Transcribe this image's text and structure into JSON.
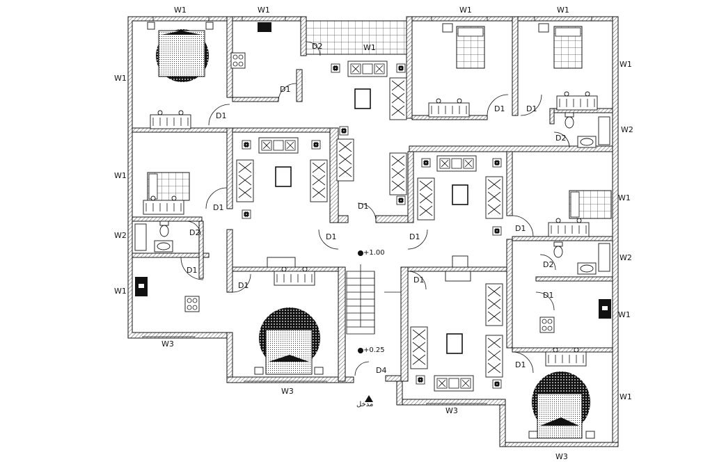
{
  "labels": {
    "w1": "W1",
    "w2": "W2",
    "w3": "W3",
    "d1": "D1",
    "d2": "D2",
    "d4": "D4",
    "level_upper": "+1.00",
    "level_lower": "+0.25",
    "entrance": "مدخل"
  }
}
